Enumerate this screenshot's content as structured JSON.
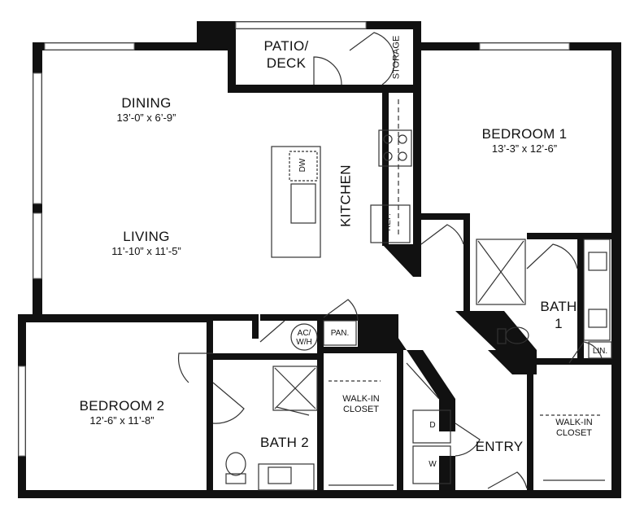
{
  "rooms": {
    "patio": {
      "name_line1": "PATIO/",
      "name_line2": "DECK"
    },
    "storage": {
      "name": "STORAGE"
    },
    "dining": {
      "name": "DINING",
      "dims": "13’-0” x 6’-9”"
    },
    "living": {
      "name": "LIVING",
      "dims": "11’-10” x 11’-5”"
    },
    "kitchen": {
      "name": "KITCHEN"
    },
    "bedroom1": {
      "name": "BEDROOM 1",
      "dims": "13’-3” x 12’-6”"
    },
    "bedroom2": {
      "name": "BEDROOM 2",
      "dims": "12’-6” x 11’-8”"
    },
    "bath1": {
      "name_line1": "BATH",
      "name_line2": "1"
    },
    "bath2": {
      "name": "BATH 2"
    },
    "entry": {
      "name": "ENTRY"
    },
    "walkin1": {
      "name_line1": "WALK-IN",
      "name_line2": "CLOSET"
    },
    "walkin2": {
      "name_line1": "WALK-IN",
      "name_line2": "CLOSET"
    }
  },
  "fixtures": {
    "dishwasher": "DW",
    "refrigerator": "REF.",
    "ac_wh_line1": "AC/",
    "ac_wh_line2": "W/H",
    "pantry": "PAN.",
    "linen": "LIN.",
    "dryer": "D",
    "washer": "W"
  }
}
